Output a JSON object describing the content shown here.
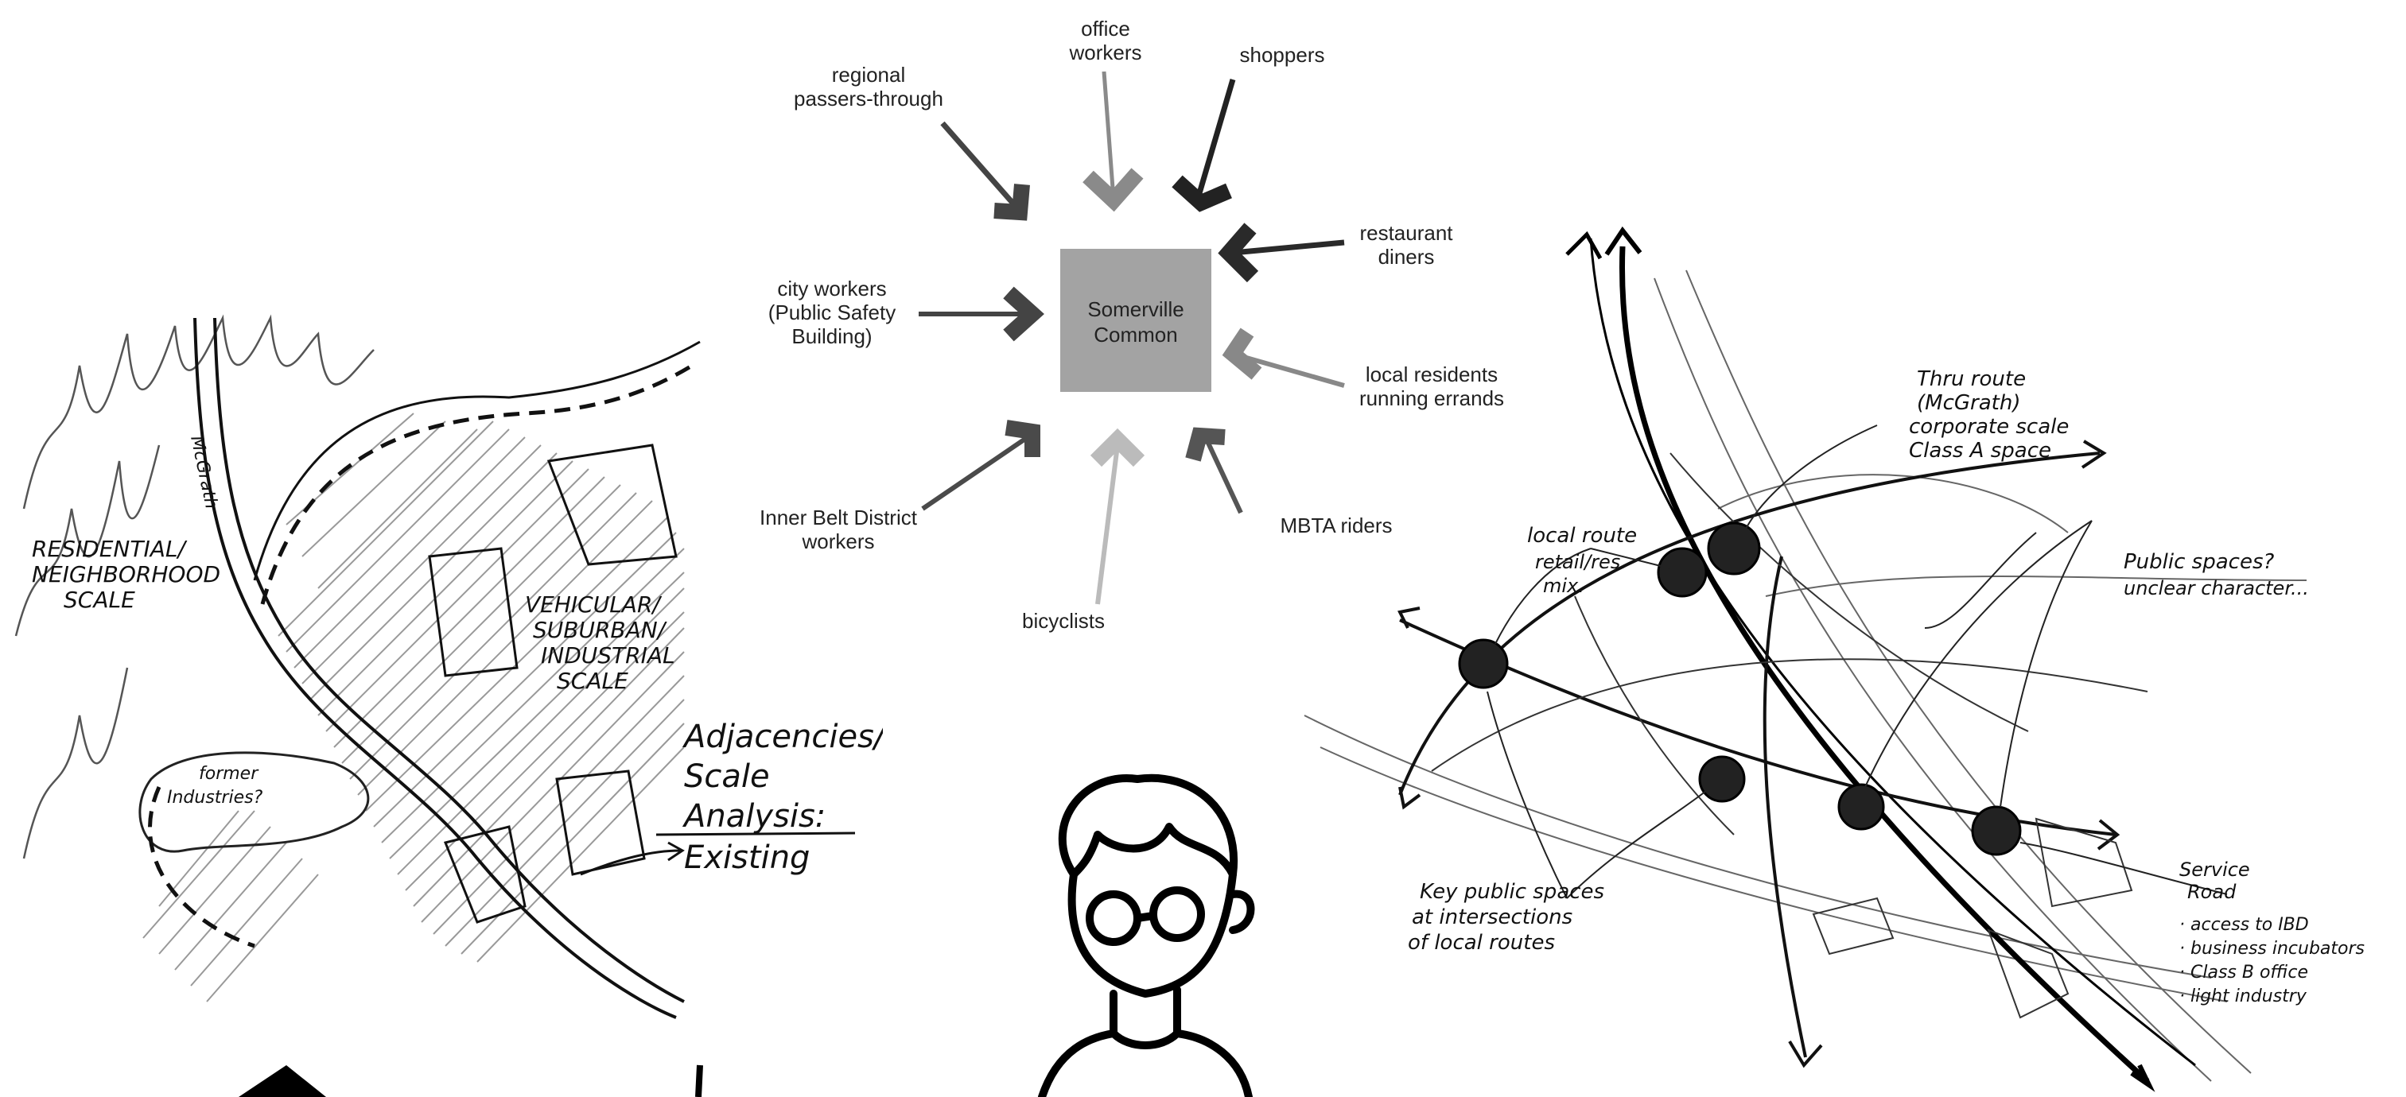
{
  "left_sketch": {
    "labels": {
      "residential": [
        "RESIDENTIAL/",
        "NEIGHBORHOOD",
        "SCALE"
      ],
      "vehicular": [
        "VEHICULAR/",
        "SUBURBAN/",
        "INDUSTRIAL",
        "SCALE"
      ],
      "former": [
        "former",
        "Industries?"
      ],
      "title": [
        "Adjacencies/",
        "Scale",
        "Analysis:",
        "Existing"
      ],
      "road": "McGrath"
    }
  },
  "diagram": {
    "center_label": [
      "Somerville",
      "Common"
    ],
    "groups": [
      {
        "lines": [
          "office",
          "workers"
        ]
      },
      {
        "lines": [
          "shoppers"
        ]
      },
      {
        "lines": [
          "regional",
          "passers-through"
        ]
      },
      {
        "lines": [
          "restaurant",
          "diners"
        ]
      },
      {
        "lines": [
          "city workers",
          "(Public Safety",
          "Building)"
        ]
      },
      {
        "lines": [
          "local residents",
          "running errands"
        ]
      },
      {
        "lines": [
          "Inner Belt District",
          "workers"
        ]
      },
      {
        "lines": [
          "MBTA riders"
        ]
      },
      {
        "lines": [
          "bicyclists"
        ]
      }
    ],
    "colors": {
      "center_box": "#a3a3a3",
      "center_text": "#333333"
    }
  },
  "right_sketch": {
    "labels": {
      "thru_route": [
        "Thru route",
        "(McGrath)",
        "corporate scale",
        "Class A space"
      ],
      "local_route": [
        "local route",
        "retail/res.",
        "mix."
      ],
      "public_spaces": [
        "Public spaces?",
        "unclear character..."
      ],
      "key_public": [
        "Key public spaces",
        "at intersections",
        "of local routes"
      ],
      "service_road": [
        "Service",
        "Road"
      ],
      "service_notes": [
        "· access to IBD",
        "· business incubators",
        "· Class B office",
        "· light industry"
      ]
    }
  }
}
